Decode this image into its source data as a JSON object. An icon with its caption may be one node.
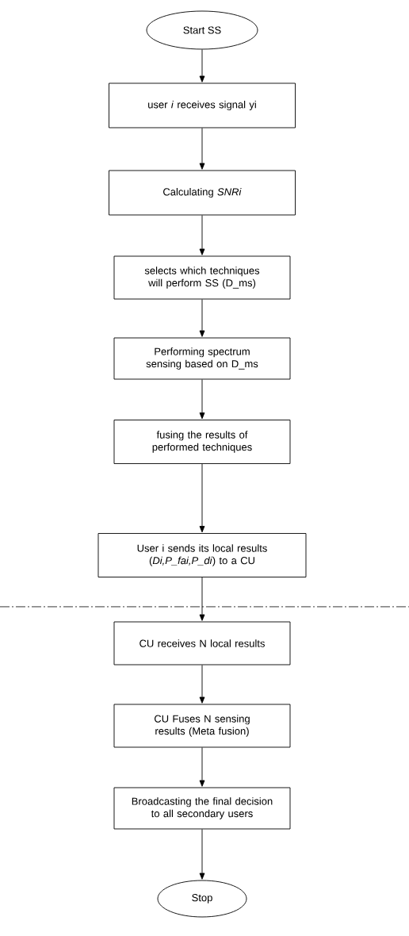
{
  "diagram": {
    "nodes": [
      {
        "text": [
          "Start SS"
        ]
      },
      {
        "text": [
          "user *i* receives signal yi"
        ]
      },
      {
        "text": [
          "Calculating *SNRi*"
        ]
      },
      {
        "text": [
          "selects which techniques will perform SS (D_ms)"
        ]
      },
      {
        "text": [
          "Performing spectrum sensing based on D_ms"
        ]
      },
      {
        "text": [
          "fusing the results of performed techniques"
        ]
      },
      {
        "text": [
          "User i sends its local results (*Di,P_fai,P_di*) to a CU"
        ]
      },
      {
        "text": [
          "CU receives N local results"
        ]
      },
      {
        "text": [
          "CU Fuses N sensing results (Meta fusion)"
        ]
      },
      {
        "text": [
          "Broadcasting the final decision to all secondary users"
        ]
      },
      {
        "text": [
          "Stop"
        ]
      }
    ],
    "edges": [
      {
        "from": 0,
        "to": 1,
        "arrow": "to"
      },
      {
        "from": 1,
        "to": 2,
        "arrow": "to"
      },
      {
        "from": 2,
        "to": 3,
        "arrow": "to"
      },
      {
        "from": 3,
        "to": 4,
        "arrow": "to"
      },
      {
        "from": 4,
        "to": 5,
        "arrow": "to"
      },
      {
        "from": 5,
        "to": 6,
        "arrow": "to"
      },
      {
        "from": 6,
        "to": 7,
        "arrow": "to"
      },
      {
        "from": 7,
        "to": 8,
        "arrow": "to"
      },
      {
        "from": 8,
        "to": 9,
        "arrow": "to"
      },
      {
        "from": 9,
        "to": 10,
        "arrow": "to"
      }
    ]
  }
}
